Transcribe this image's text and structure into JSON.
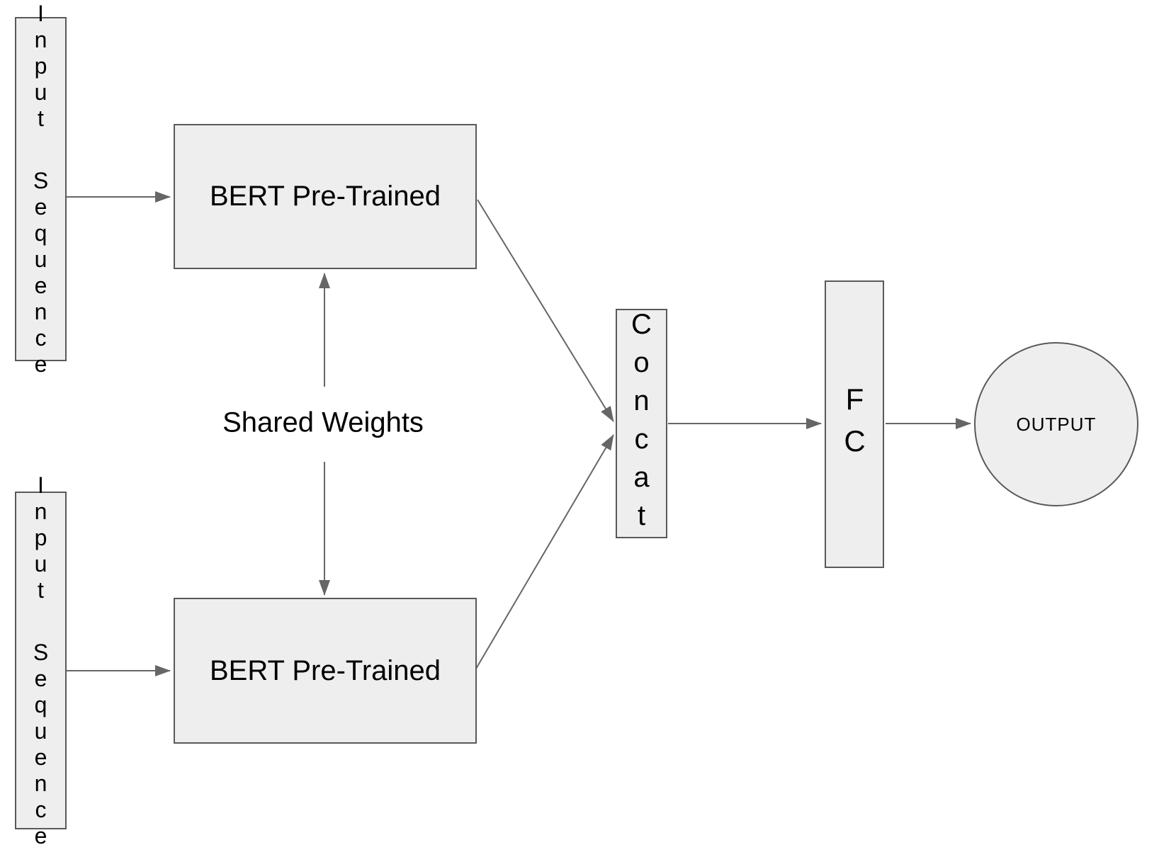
{
  "diagram": {
    "colors": {
      "node_fill": "#eeeeee",
      "node_border": "#595959",
      "arrow": "#666666",
      "text": "#000000"
    },
    "nodes": {
      "input_top": {
        "label": "Input Sequence"
      },
      "bert_top": {
        "label": "BERT Pre-Trained"
      },
      "input_bottom": {
        "label": "Input Sequence"
      },
      "bert_bottom": {
        "label": "BERT Pre-Trained"
      },
      "concat": {
        "label": "Concat"
      },
      "fc": {
        "label": "FC"
      },
      "output": {
        "label": "OUTPUT"
      }
    },
    "edges": [
      {
        "from": "input_top",
        "to": "bert_top",
        "type": "arrow"
      },
      {
        "from": "input_bottom",
        "to": "bert_bottom",
        "type": "arrow"
      },
      {
        "from": "bert_top",
        "to": "concat",
        "type": "arrow"
      },
      {
        "from": "bert_bottom",
        "to": "concat",
        "type": "arrow"
      },
      {
        "from": "concat",
        "to": "fc",
        "type": "arrow"
      },
      {
        "from": "fc",
        "to": "output",
        "type": "arrow"
      },
      {
        "from": "bert_top",
        "to": "bert_bottom",
        "type": "double-arrow",
        "label": "Shared Weights"
      }
    ]
  }
}
